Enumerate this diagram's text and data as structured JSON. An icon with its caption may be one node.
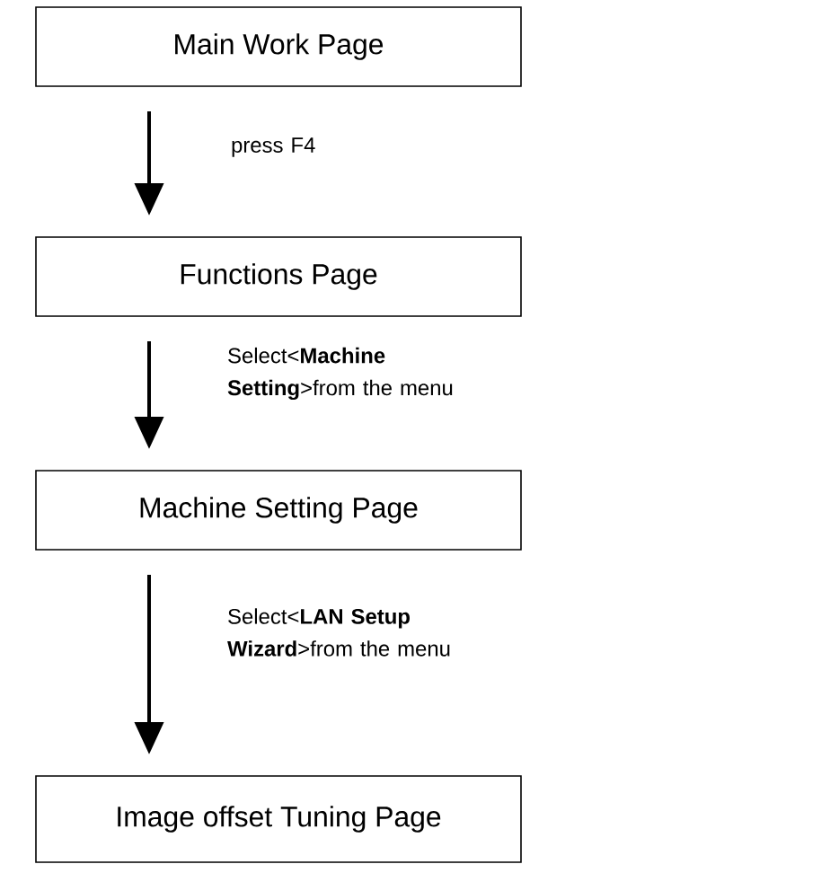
{
  "diagram": {
    "nodes": [
      {
        "text": [
          "Main Work Page"
        ]
      },
      {
        "text": [
          "Functions Page"
        ]
      },
      {
        "text": [
          "Machine Setting Page"
        ]
      },
      {
        "text": [
          "Image offset Tuning Page"
        ]
      }
    ],
    "edges": [
      {
        "from": 0,
        "to": 1,
        "arrow": "to",
        "label": "press F4"
      },
      {
        "from": 1,
        "to": 2,
        "arrow": "to",
        "label": "Select<**Machine Setting**>from the menu"
      },
      {
        "from": 2,
        "to": 3,
        "arrow": "to",
        "label": "Select<**LAN Setup Wizard**>from the menu"
      }
    ]
  }
}
